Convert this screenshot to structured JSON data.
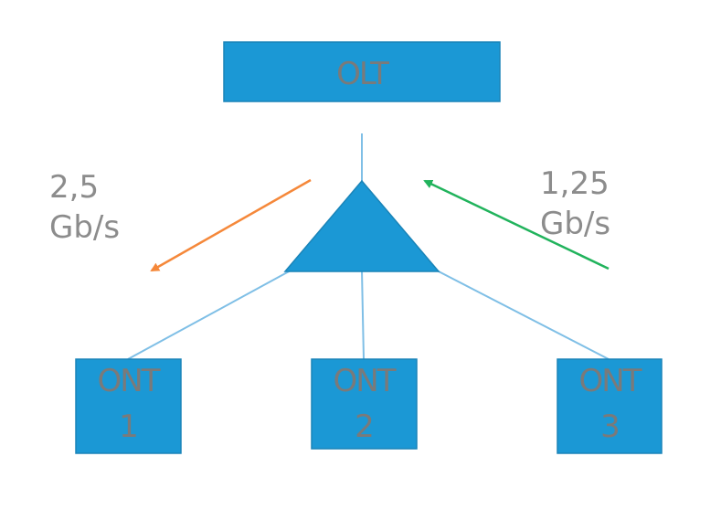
{
  "colors": {
    "node_fill": "#1b98d5",
    "node_stroke": "#1a84b8",
    "link": "#7fbfe6",
    "node_text": "#7a7a7a",
    "rate_text": "#8c8c8c",
    "downstream_arrow": "#f5883a",
    "upstream_arrow": "#21b35c"
  },
  "olt": {
    "label": "OLT"
  },
  "splitter": {
    "icon": "triangle-splitter-icon"
  },
  "downstream": {
    "line1": "2,5",
    "line2": "Gb/s"
  },
  "upstream": {
    "line1": "1,25",
    "line2": "Gb/s"
  },
  "onts": [
    {
      "line1": "ONT",
      "line2": "1"
    },
    {
      "line1": "ONT",
      "line2": "2"
    },
    {
      "line1": "ONT",
      "line2": "3"
    }
  ]
}
